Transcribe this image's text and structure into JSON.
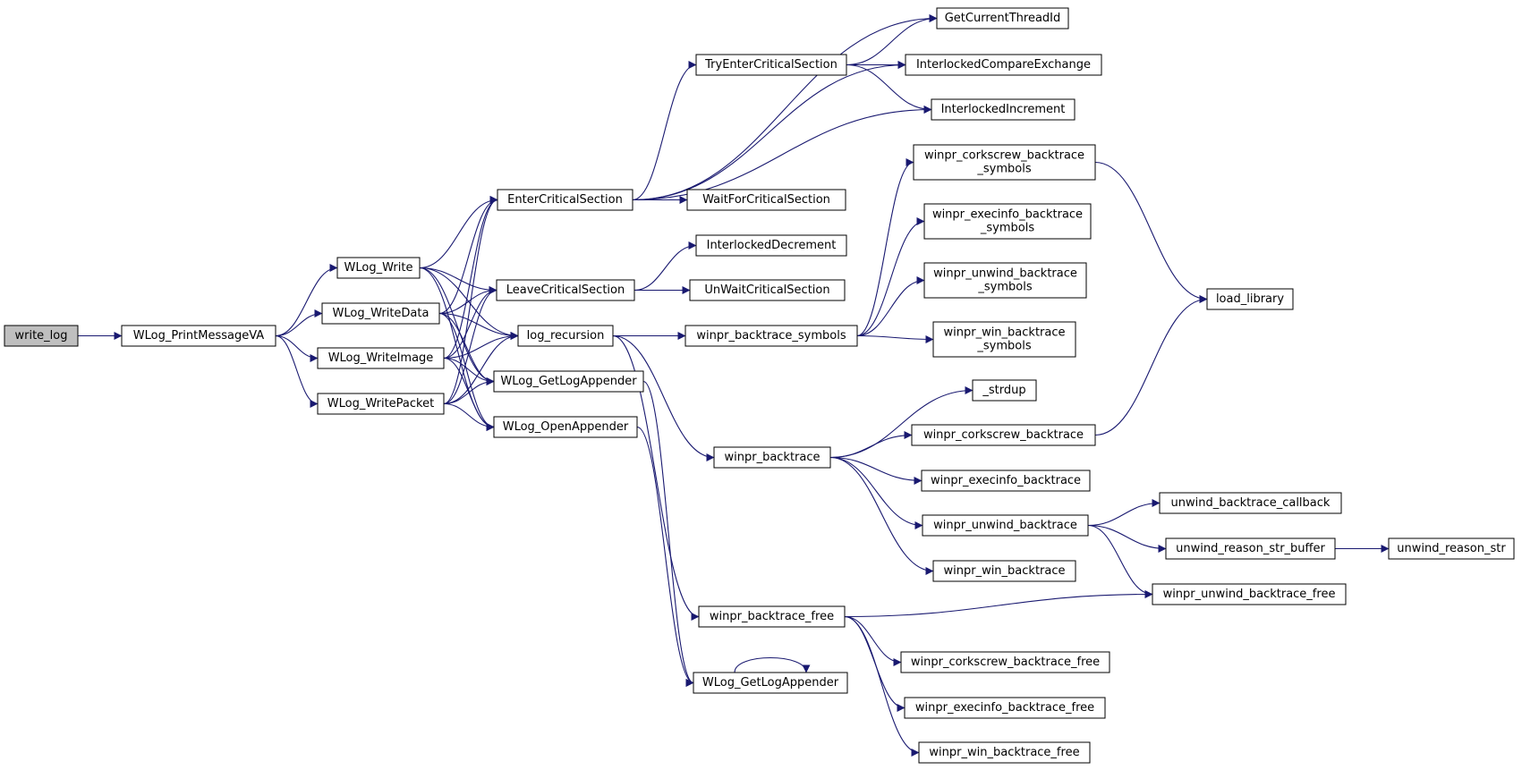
{
  "graph": {
    "edge_color": "#191970",
    "root_fill": "#bfbfbf",
    "nodes": [
      {
        "id": "write_log",
        "lines": [
          "write_log"
        ],
        "root": true
      },
      {
        "id": "WLog_PrintMessageVA",
        "lines": [
          "WLog_PrintMessageVA"
        ]
      },
      {
        "id": "WLog_Write",
        "lines": [
          "WLog_Write"
        ]
      },
      {
        "id": "WLog_WriteData",
        "lines": [
          "WLog_WriteData"
        ]
      },
      {
        "id": "WLog_WriteImage",
        "lines": [
          "WLog_WriteImage"
        ]
      },
      {
        "id": "WLog_WritePacket",
        "lines": [
          "WLog_WritePacket"
        ]
      },
      {
        "id": "EnterCriticalSection",
        "lines": [
          "EnterCriticalSection"
        ]
      },
      {
        "id": "LeaveCriticalSection",
        "lines": [
          "LeaveCriticalSection"
        ]
      },
      {
        "id": "log_recursion",
        "lines": [
          "log_recursion"
        ]
      },
      {
        "id": "WLog_GetLogAppender",
        "lines": [
          "WLog_GetLogAppender"
        ]
      },
      {
        "id": "WLog_OpenAppender",
        "lines": [
          "WLog_OpenAppender"
        ]
      },
      {
        "id": "WLog_GetLogAppender2",
        "lines": [
          "WLog_GetLogAppender"
        ]
      },
      {
        "id": "TryEnterCriticalSection",
        "lines": [
          "TryEnterCriticalSection"
        ]
      },
      {
        "id": "GetCurrentThreadId",
        "lines": [
          "GetCurrentThreadId"
        ]
      },
      {
        "id": "InterlockedCompareExchange",
        "lines": [
          "InterlockedCompareExchange"
        ]
      },
      {
        "id": "InterlockedIncrement",
        "lines": [
          "InterlockedIncrement"
        ]
      },
      {
        "id": "WaitForCriticalSection",
        "lines": [
          "WaitForCriticalSection"
        ]
      },
      {
        "id": "InterlockedDecrement",
        "lines": [
          "InterlockedDecrement"
        ]
      },
      {
        "id": "UnWaitCriticalSection",
        "lines": [
          "UnWaitCriticalSection"
        ]
      },
      {
        "id": "winpr_backtrace_symbols",
        "lines": [
          "winpr_backtrace_symbols"
        ]
      },
      {
        "id": "winpr_backtrace",
        "lines": [
          "winpr_backtrace"
        ]
      },
      {
        "id": "winpr_backtrace_free",
        "lines": [
          "winpr_backtrace_free"
        ]
      },
      {
        "id": "winpr_corkscrew_backtrace_symbols",
        "lines": [
          "winpr_corkscrew_backtrace",
          "_symbols"
        ]
      },
      {
        "id": "winpr_execinfo_backtrace_symbols",
        "lines": [
          "winpr_execinfo_backtrace",
          "_symbols"
        ]
      },
      {
        "id": "winpr_unwind_backtrace_symbols",
        "lines": [
          "winpr_unwind_backtrace",
          "_symbols"
        ]
      },
      {
        "id": "winpr_win_backtrace_symbols",
        "lines": [
          "winpr_win_backtrace",
          "_symbols"
        ]
      },
      {
        "id": "_strdup",
        "lines": [
          "_strdup"
        ]
      },
      {
        "id": "winpr_corkscrew_backtrace",
        "lines": [
          "winpr_corkscrew_backtrace"
        ]
      },
      {
        "id": "winpr_execinfo_backtrace",
        "lines": [
          "winpr_execinfo_backtrace"
        ]
      },
      {
        "id": "winpr_unwind_backtrace",
        "lines": [
          "winpr_unwind_backtrace"
        ]
      },
      {
        "id": "winpr_win_backtrace",
        "lines": [
          "winpr_win_backtrace"
        ]
      },
      {
        "id": "winpr_corkscrew_backtrace_free",
        "lines": [
          "winpr_corkscrew_backtrace_free"
        ]
      },
      {
        "id": "winpr_execinfo_backtrace_free",
        "lines": [
          "winpr_execinfo_backtrace_free"
        ]
      },
      {
        "id": "winpr_win_backtrace_free",
        "lines": [
          "winpr_win_backtrace_free"
        ]
      },
      {
        "id": "load_library",
        "lines": [
          "load_library"
        ]
      },
      {
        "id": "unwind_backtrace_callback",
        "lines": [
          "unwind_backtrace_callback"
        ]
      },
      {
        "id": "unwind_reason_str_buffer",
        "lines": [
          "unwind_reason_str_buffer"
        ]
      },
      {
        "id": "unwind_reason_str",
        "lines": [
          "unwind_reason_str"
        ]
      },
      {
        "id": "winpr_unwind_backtrace_free",
        "lines": [
          "winpr_unwind_backtrace_free"
        ]
      }
    ],
    "edges": [
      [
        "write_log",
        "WLog_PrintMessageVA"
      ],
      [
        "WLog_PrintMessageVA",
        "WLog_Write"
      ],
      [
        "WLog_PrintMessageVA",
        "WLog_WriteData"
      ],
      [
        "WLog_PrintMessageVA",
        "WLog_WriteImage"
      ],
      [
        "WLog_PrintMessageVA",
        "WLog_WritePacket"
      ],
      [
        "WLog_Write",
        "EnterCriticalSection"
      ],
      [
        "WLog_Write",
        "LeaveCriticalSection"
      ],
      [
        "WLog_Write",
        "log_recursion"
      ],
      [
        "WLog_Write",
        "WLog_GetLogAppender"
      ],
      [
        "WLog_Write",
        "WLog_OpenAppender"
      ],
      [
        "WLog_WriteData",
        "EnterCriticalSection"
      ],
      [
        "WLog_WriteData",
        "LeaveCriticalSection"
      ],
      [
        "WLog_WriteData",
        "log_recursion"
      ],
      [
        "WLog_WriteData",
        "WLog_GetLogAppender"
      ],
      [
        "WLog_WriteData",
        "WLog_OpenAppender"
      ],
      [
        "WLog_WriteImage",
        "EnterCriticalSection"
      ],
      [
        "WLog_WriteImage",
        "LeaveCriticalSection"
      ],
      [
        "WLog_WriteImage",
        "log_recursion"
      ],
      [
        "WLog_WriteImage",
        "WLog_GetLogAppender"
      ],
      [
        "WLog_WriteImage",
        "WLog_OpenAppender"
      ],
      [
        "WLog_WritePacket",
        "EnterCriticalSection"
      ],
      [
        "WLog_WritePacket",
        "LeaveCriticalSection"
      ],
      [
        "WLog_WritePacket",
        "log_recursion"
      ],
      [
        "WLog_WritePacket",
        "WLog_GetLogAppender"
      ],
      [
        "WLog_WritePacket",
        "WLog_OpenAppender"
      ],
      [
        "EnterCriticalSection",
        "TryEnterCriticalSection"
      ],
      [
        "EnterCriticalSection",
        "GetCurrentThreadId"
      ],
      [
        "EnterCriticalSection",
        "InterlockedCompareExchange"
      ],
      [
        "EnterCriticalSection",
        "InterlockedIncrement"
      ],
      [
        "EnterCriticalSection",
        "WaitForCriticalSection"
      ],
      [
        "TryEnterCriticalSection",
        "GetCurrentThreadId"
      ],
      [
        "TryEnterCriticalSection",
        "InterlockedCompareExchange"
      ],
      [
        "TryEnterCriticalSection",
        "InterlockedIncrement"
      ],
      [
        "LeaveCriticalSection",
        "InterlockedDecrement"
      ],
      [
        "LeaveCriticalSection",
        "UnWaitCriticalSection"
      ],
      [
        "log_recursion",
        "winpr_backtrace_symbols"
      ],
      [
        "log_recursion",
        "winpr_backtrace"
      ],
      [
        "log_recursion",
        "winpr_backtrace_free"
      ],
      [
        "winpr_backtrace_symbols",
        "winpr_corkscrew_backtrace_symbols"
      ],
      [
        "winpr_backtrace_symbols",
        "winpr_execinfo_backtrace_symbols"
      ],
      [
        "winpr_backtrace_symbols",
        "winpr_unwind_backtrace_symbols"
      ],
      [
        "winpr_backtrace_symbols",
        "winpr_win_backtrace_symbols"
      ],
      [
        "winpr_corkscrew_backtrace_symbols",
        "load_library"
      ],
      [
        "winpr_backtrace",
        "_strdup"
      ],
      [
        "winpr_backtrace",
        "winpr_corkscrew_backtrace"
      ],
      [
        "winpr_backtrace",
        "winpr_execinfo_backtrace"
      ],
      [
        "winpr_backtrace",
        "winpr_unwind_backtrace"
      ],
      [
        "winpr_backtrace",
        "winpr_win_backtrace"
      ],
      [
        "winpr_corkscrew_backtrace",
        "load_library"
      ],
      [
        "winpr_unwind_backtrace",
        "unwind_backtrace_callback"
      ],
      [
        "winpr_unwind_backtrace",
        "unwind_reason_str_buffer"
      ],
      [
        "winpr_unwind_backtrace",
        "winpr_unwind_backtrace_free"
      ],
      [
        "unwind_reason_str_buffer",
        "unwind_reason_str"
      ],
      [
        "winpr_backtrace_free",
        "winpr_unwind_backtrace_free"
      ],
      [
        "winpr_backtrace_free",
        "winpr_corkscrew_backtrace_free"
      ],
      [
        "winpr_backtrace_free",
        "winpr_execinfo_backtrace_free"
      ],
      [
        "winpr_backtrace_free",
        "winpr_win_backtrace_free"
      ],
      [
        "WLog_GetLogAppender",
        "WLog_GetLogAppender2"
      ],
      [
        "WLog_OpenAppender",
        "WLog_GetLogAppender2"
      ],
      [
        "WLog_GetLogAppender2",
        "WLog_GetLogAppender2"
      ]
    ]
  }
}
